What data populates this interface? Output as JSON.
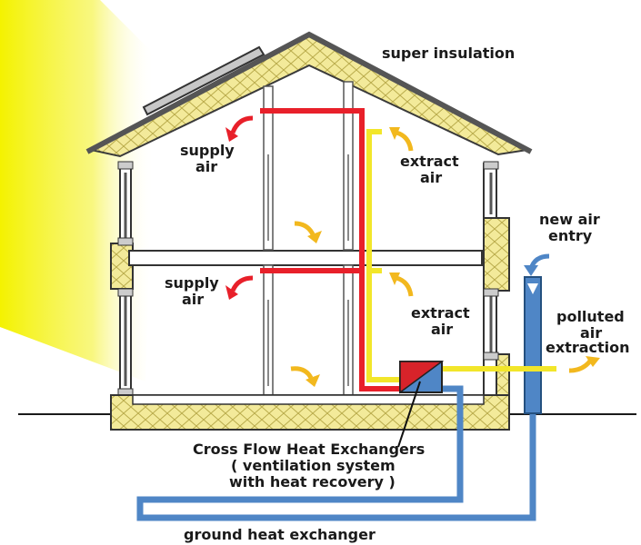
{
  "labels": {
    "super_insulation": "super insulation",
    "supply_air_top_1": "supply",
    "supply_air_top_2": "air",
    "extract_air_top_1": "extract",
    "extract_air_top_2": "air",
    "supply_air_bottom_1": "supply",
    "supply_air_bottom_2": "air",
    "extract_air_bottom_1": "extract",
    "extract_air_bottom_2": "air",
    "new_air_entry_1": "new air",
    "new_air_entry_2": "entry",
    "polluted_1": "polluted",
    "polluted_2": "air",
    "polluted_3": "extraction",
    "heat_exchanger_1": "Cross Flow Heat Exchangers",
    "heat_exchanger_2": "( ventilation system",
    "heat_exchanger_3": "with heat recovery )",
    "ground_heat_exchanger": "ground heat exchanger"
  },
  "colors": {
    "supply_duct": "#e8202a",
    "extract_duct": "#f2e62a",
    "fresh_air_duct": "#4f86c6",
    "insulation": "#f3ea9a",
    "arrow_yellow": "#f2b81e",
    "sunlight": "#f4f200",
    "outline": "#3a3a3a"
  }
}
